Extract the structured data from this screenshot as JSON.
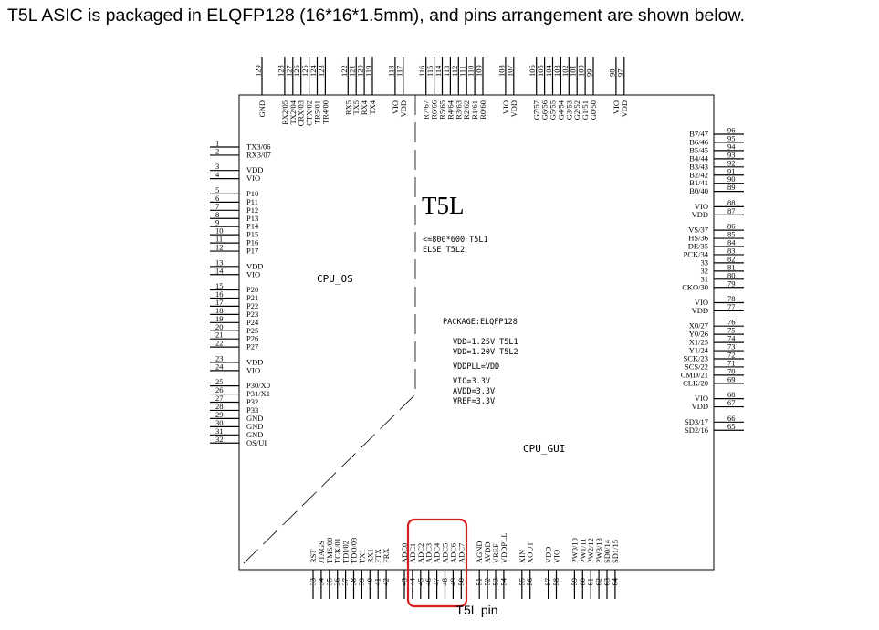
{
  "headline": "T5L ASIC is packaged in ELQFP128 (16*16*1.5mm), and pins arrangement are shown below.",
  "caption": "T5L pin",
  "chip": {
    "title": "T5L",
    "resolution_note": [
      "<=800*600 T5L1",
      "ELSE T5L2"
    ],
    "cpu_os": "CPU_OS",
    "cpu_gui": "CPU_GUI",
    "specs": [
      "PACKAGE:ELQFP128",
      "VDD=1.25V T5L1",
      "VDD=1.20V T5L2",
      "VDDPLL=VDD",
      "VIO=3.3V",
      "AVDD=3.3V",
      "VREF=3.3V"
    ]
  },
  "colors": {
    "highlight": "#d42020",
    "line": "#000000"
  },
  "pins": {
    "left": [
      {
        "n": "1",
        "l": "TX3/06"
      },
      {
        "n": "2",
        "l": "RX3/07"
      },
      {
        "n": "3",
        "l": "VDD"
      },
      {
        "n": "4",
        "l": "VIO"
      },
      {
        "n": "5",
        "l": "P10"
      },
      {
        "n": "6",
        "l": "P11"
      },
      {
        "n": "7",
        "l": "P12"
      },
      {
        "n": "8",
        "l": "P13"
      },
      {
        "n": "9",
        "l": "P14"
      },
      {
        "n": "10",
        "l": "P15"
      },
      {
        "n": "11",
        "l": "P16"
      },
      {
        "n": "12",
        "l": "P17"
      },
      {
        "n": "13",
        "l": "VDD"
      },
      {
        "n": "14",
        "l": "VIO"
      },
      {
        "n": "15",
        "l": "P20"
      },
      {
        "n": "16",
        "l": "P21"
      },
      {
        "n": "17",
        "l": "P22"
      },
      {
        "n": "18",
        "l": "P23"
      },
      {
        "n": "19",
        "l": "P24"
      },
      {
        "n": "20",
        "l": "P25"
      },
      {
        "n": "21",
        "l": "P26"
      },
      {
        "n": "22",
        "l": "P27"
      },
      {
        "n": "23",
        "l": "VDD"
      },
      {
        "n": "24",
        "l": "VIO"
      },
      {
        "n": "25",
        "l": "P30/X0"
      },
      {
        "n": "26",
        "l": "P31/X1"
      },
      {
        "n": "27",
        "l": "P32"
      },
      {
        "n": "28",
        "l": "P33"
      },
      {
        "n": "29",
        "l": "GND"
      },
      {
        "n": "30",
        "l": "GND"
      },
      {
        "n": "31",
        "l": "GND"
      },
      {
        "n": "32",
        "l": "OS/UI"
      }
    ],
    "right": [
      {
        "n": "96",
        "l": "B7/47"
      },
      {
        "n": "95",
        "l": "B6/46"
      },
      {
        "n": "94",
        "l": "B5/45"
      },
      {
        "n": "93",
        "l": "B4/44"
      },
      {
        "n": "92",
        "l": "B3/43"
      },
      {
        "n": "91",
        "l": "B2/42"
      },
      {
        "n": "90",
        "l": "B1/41"
      },
      {
        "n": "89",
        "l": "B0/40"
      },
      {
        "n": "88",
        "l": "VIO"
      },
      {
        "n": "87",
        "l": "VDD"
      },
      {
        "n": "86",
        "l": "VS/37"
      },
      {
        "n": "85",
        "l": "HS/36"
      },
      {
        "n": "84",
        "l": "DE/35"
      },
      {
        "n": "83",
        "l": "PCK/34"
      },
      {
        "n": "82",
        "l": "33"
      },
      {
        "n": "81",
        "l": "32"
      },
      {
        "n": "80",
        "l": "31"
      },
      {
        "n": "79",
        "l": "CKO/30"
      },
      {
        "n": "78",
        "l": "VIO"
      },
      {
        "n": "77",
        "l": "VDD"
      },
      {
        "n": "76",
        "l": "X0/27"
      },
      {
        "n": "75",
        "l": "Y0/26"
      },
      {
        "n": "74",
        "l": "X1/25"
      },
      {
        "n": "73",
        "l": "Y1/24"
      },
      {
        "n": "72",
        "l": "SCK/23"
      },
      {
        "n": "71",
        "l": "SCS/22"
      },
      {
        "n": "70",
        "l": "CMD/21"
      },
      {
        "n": "69",
        "l": "CLK/20"
      },
      {
        "n": "68",
        "l": "VIO"
      },
      {
        "n": "67",
        "l": "VDD"
      },
      {
        "n": "66",
        "l": "SD3/17"
      },
      {
        "n": "65",
        "l": "SD2/16"
      }
    ],
    "top": [
      {
        "n": "129",
        "l": "GND"
      },
      {
        "n": "128",
        "l": "RX2/05"
      },
      {
        "n": "127",
        "l": "TX2/04"
      },
      {
        "n": "126",
        "l": "CRX/03"
      },
      {
        "n": "125",
        "l": "CTX/02"
      },
      {
        "n": "124",
        "l": "TR5/01"
      },
      {
        "n": "123",
        "l": "TR4/00"
      },
      {
        "n": "122",
        "l": "RX5"
      },
      {
        "n": "121",
        "l": "TX5"
      },
      {
        "n": "120",
        "l": "RX4"
      },
      {
        "n": "119",
        "l": "TX4"
      },
      {
        "n": "118",
        "l": "VIO"
      },
      {
        "n": "117",
        "l": "VDD"
      },
      {
        "n": "116",
        "l": "R7/67"
      },
      {
        "n": "115",
        "l": "R6/66"
      },
      {
        "n": "114",
        "l": "R5/65"
      },
      {
        "n": "113",
        "l": "R4/64"
      },
      {
        "n": "112",
        "l": "R3/63"
      },
      {
        "n": "111",
        "l": "R2/62"
      },
      {
        "n": "110",
        "l": "R1/61"
      },
      {
        "n": "109",
        "l": "R0/60"
      },
      {
        "n": "108",
        "l": "VIO"
      },
      {
        "n": "107",
        "l": "VDD"
      },
      {
        "n": "106",
        "l": "G7/57"
      },
      {
        "n": "105",
        "l": "G6/56"
      },
      {
        "n": "104",
        "l": "G5/55"
      },
      {
        "n": "103",
        "l": "G4/54"
      },
      {
        "n": "102",
        "l": "G3/53"
      },
      {
        "n": "101",
        "l": "G2/52"
      },
      {
        "n": "100",
        "l": "G1/51"
      },
      {
        "n": "99",
        "l": "G0/50"
      },
      {
        "n": "98",
        "l": "VIO"
      },
      {
        "n": "97",
        "l": "VDD"
      }
    ],
    "bottom": [
      {
        "n": "33",
        "l": "RST"
      },
      {
        "n": "34",
        "l": "JTAGS"
      },
      {
        "n": "35",
        "l": "TMS/00"
      },
      {
        "n": "36",
        "l": "TCK/01"
      },
      {
        "n": "37",
        "l": "TDI/02"
      },
      {
        "n": "38",
        "l": "TDO/03"
      },
      {
        "n": "39",
        "l": "TX1"
      },
      {
        "n": "40",
        "l": "RX1"
      },
      {
        "n": "41",
        "l": "FTX"
      },
      {
        "n": "42",
        "l": "FRX"
      },
      {
        "n": "43",
        "l": "ADC0"
      },
      {
        "n": "44",
        "l": "ADC1"
      },
      {
        "n": "45",
        "l": "ADC2"
      },
      {
        "n": "46",
        "l": "ADC3"
      },
      {
        "n": "47",
        "l": "ADC4"
      },
      {
        "n": "48",
        "l": "ADC5"
      },
      {
        "n": "49",
        "l": "ADC6"
      },
      {
        "n": "50",
        "l": "ADC7"
      },
      {
        "n": "51",
        "l": "AGND"
      },
      {
        "n": "52",
        "l": "AVDD"
      },
      {
        "n": "53",
        "l": "VREF"
      },
      {
        "n": "54",
        "l": "VDDPLL"
      },
      {
        "n": "55",
        "l": "XIN"
      },
      {
        "n": "56",
        "l": "XOUT"
      },
      {
        "n": "57",
        "l": "VDD"
      },
      {
        "n": "58",
        "l": "VIO"
      },
      {
        "n": "59",
        "l": "PW0/10"
      },
      {
        "n": "60",
        "l": "PW1/11"
      },
      {
        "n": "61",
        "l": "PW2/12"
      },
      {
        "n": "62",
        "l": "PW3/13"
      },
      {
        "n": "63",
        "l": "SD0/14"
      },
      {
        "n": "64",
        "l": "SD1/15"
      }
    ]
  }
}
